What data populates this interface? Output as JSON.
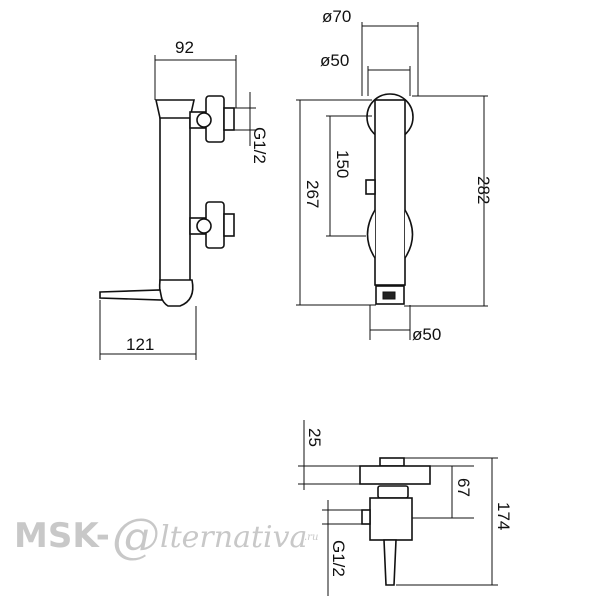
{
  "front_view": {
    "width_top": "92",
    "width_bottom": "121",
    "thread": "G1/2"
  },
  "side_view": {
    "dia_top_outer": "ø70",
    "dia_top_inner": "ø50",
    "dia_bottom": "ø50",
    "height_center": "150",
    "height_inner": "267",
    "height_total": "282"
  },
  "top_view": {
    "offset": "25",
    "depth_mid": "67",
    "depth_total": "174",
    "thread": "G1/2"
  },
  "watermark": {
    "brand_left": "MSK-",
    "brand_symbol": "@",
    "brand_right": "lternativa",
    "brand_suffix": ".ru"
  },
  "colors": {
    "line": "#111111",
    "watermark": "#c8c8c8"
  }
}
